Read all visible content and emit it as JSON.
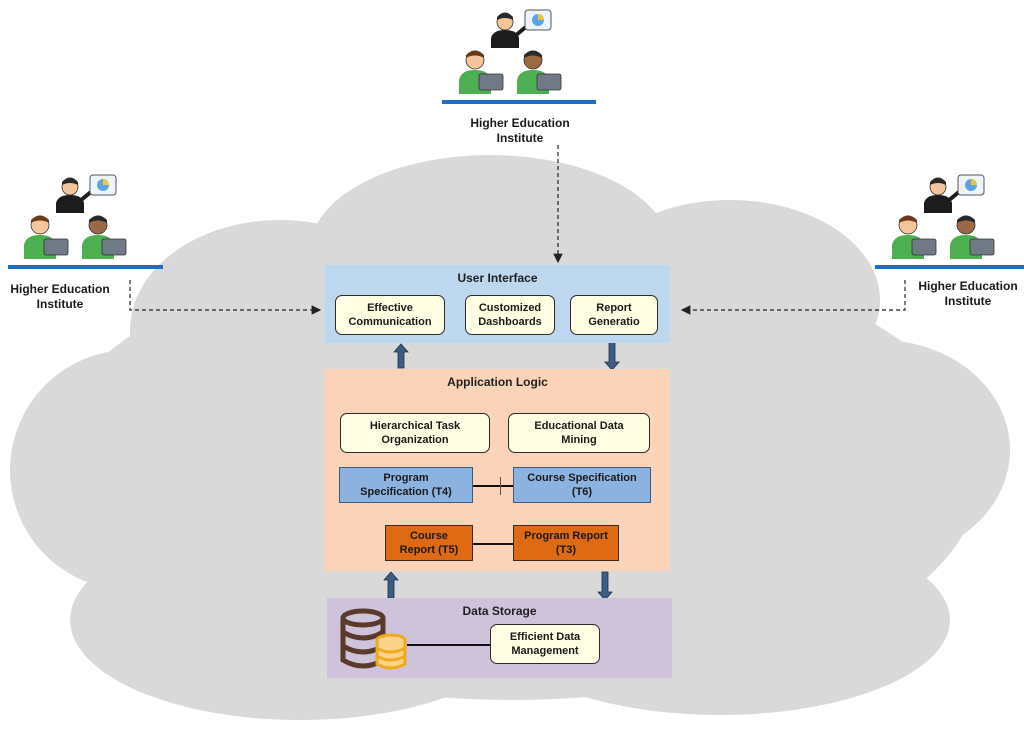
{
  "institutes": {
    "top": {
      "label": "Higher Education\nInstitute"
    },
    "left": {
      "label": "Higher Education\nInstitute"
    },
    "right": {
      "label": "Higher Education\nInstitute"
    }
  },
  "user_interface": {
    "title": "User Interface",
    "boxes": [
      "Effective\nCommunication",
      "Customized\nDashboards",
      "Report\nGeneratio"
    ]
  },
  "application_logic": {
    "title": "Application Logic",
    "boxes": [
      "Hierarchical Task\nOrganization",
      "Educational Data\nMining"
    ],
    "specs": [
      "Program\nSpecification (T4)",
      "Course Specification\n(T6)"
    ],
    "reports": [
      "Course\nReport (T5)",
      "Program Report\n(T3)"
    ]
  },
  "data_storage": {
    "title": "Data Storage",
    "box": "Efficient Data\nManagement"
  },
  "colors": {
    "cloud": "#d9d9d9",
    "ui_layer": "#bdd7ee",
    "logic_layer": "#fbd3b8",
    "storage_layer": "#cfc3dc",
    "platform_bar": "#1f6fc0",
    "arrow": "#3d5d84"
  },
  "icons": [
    "presenter-icon",
    "pie-chart-board-icon",
    "student-laptop-icon",
    "database-icon"
  ]
}
